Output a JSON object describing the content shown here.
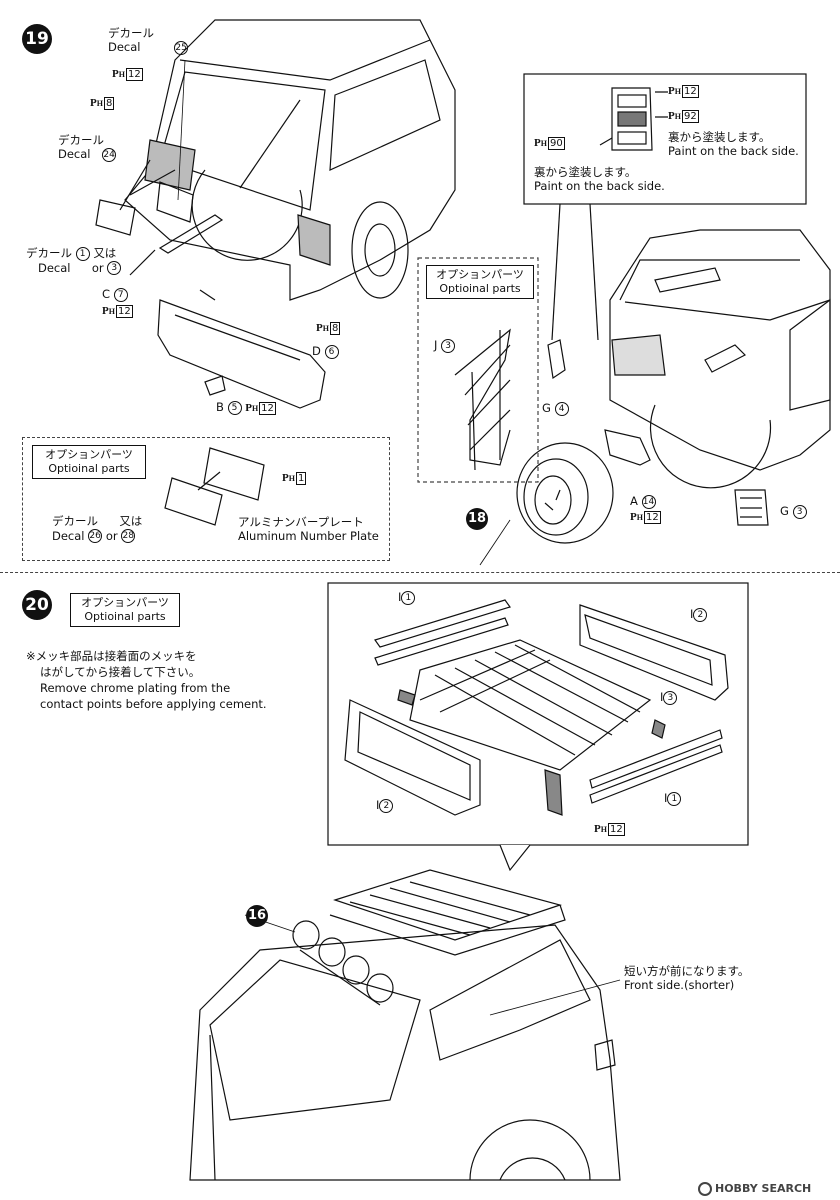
{
  "steps": {
    "s19": "19",
    "s20": "20",
    "s18": "18",
    "s16": "16"
  },
  "step19": {
    "decal_top": {
      "jp": "デカール",
      "en": "Decal",
      "num": "25"
    },
    "decal_mid": {
      "jp": "デカール",
      "en": "Decal",
      "num": "24"
    },
    "decal_left": {
      "jp": "デカール",
      "en": "Decal",
      "num1": "1",
      "or_jp": "又は",
      "or_en": "or",
      "num2": "3"
    },
    "paint_12_top": {
      "p": "P",
      "h": "H",
      "num": "12"
    },
    "paint_8_top": {
      "p": "P",
      "h": "H",
      "num": "8"
    },
    "part_c7": {
      "letter": "C",
      "num": "7"
    },
    "paint_c7": {
      "p": "P",
      "h": "H",
      "num": "12"
    },
    "paint_8_right": {
      "p": "P",
      "h": "H",
      "num": "8"
    },
    "part_d6": {
      "letter": "D",
      "num": "6"
    },
    "part_b5": {
      "letter": "B",
      "num": "5"
    },
    "paint_b5": {
      "p": "P",
      "h": "H",
      "num": "12"
    }
  },
  "taillight": {
    "paint_12": {
      "p": "P",
      "h": "H",
      "num": "12"
    },
    "paint_92": {
      "p": "P",
      "h": "H",
      "num": "92"
    },
    "paint_90": {
      "p": "P",
      "h": "H",
      "num": "90"
    },
    "back_jp_right": "裏から塗装します。",
    "back_en_right": "Paint on the back side.",
    "back_jp_left": "裏から塗装します。",
    "back_en_left": "Paint on the back side."
  },
  "option_right": {
    "jp": "オプションパーツ",
    "en": "Optioinal parts",
    "part_j3": {
      "letter": "J",
      "num": "3"
    },
    "part_g4": {
      "letter": "G",
      "num": "4"
    },
    "part_a14": {
      "letter": "A",
      "num": "14"
    },
    "paint_a14": {
      "p": "P",
      "h": "H",
      "num": "12"
    },
    "part_g3": {
      "letter": "G",
      "num": "3"
    }
  },
  "option_plate": {
    "jp": "オプションパーツ",
    "en": "Optioinal parts",
    "paint_1": {
      "p": "P",
      "h": "H",
      "num": "1"
    },
    "decal_jp": "デカール",
    "decal_en": "Decal",
    "num1": "26",
    "or_jp": "又は",
    "or_en": "or",
    "num2": "28",
    "plate_jp": "アルミナンバープレート",
    "plate_en": "Aluminum Number Plate"
  },
  "step20": {
    "opt_jp": "オプションパーツ",
    "opt_en": "Optioinal parts",
    "note_jp1": "※メッキ部品は接着面のメッキを",
    "note_jp2": "はがしてから接着して下さい。",
    "note_en1": "Remove chrome plating from the",
    "note_en2": "contact points before applying cement.",
    "rack_i1_top": {
      "letter": "I",
      "num": "1"
    },
    "rack_i2_top": {
      "letter": "I",
      "num": "2"
    },
    "rack_i3": {
      "letter": "I",
      "num": "3"
    },
    "rack_i2_bottom": {
      "letter": "I",
      "num": "2"
    },
    "rack_i1_bottom": {
      "letter": "I",
      "num": "1"
    },
    "rack_paint": {
      "p": "P",
      "h": "H",
      "num": "12"
    },
    "front_jp": "短い方が前になります。",
    "front_en": "Front side.(shorter)"
  },
  "watermark": "HOBBY SEARCH"
}
